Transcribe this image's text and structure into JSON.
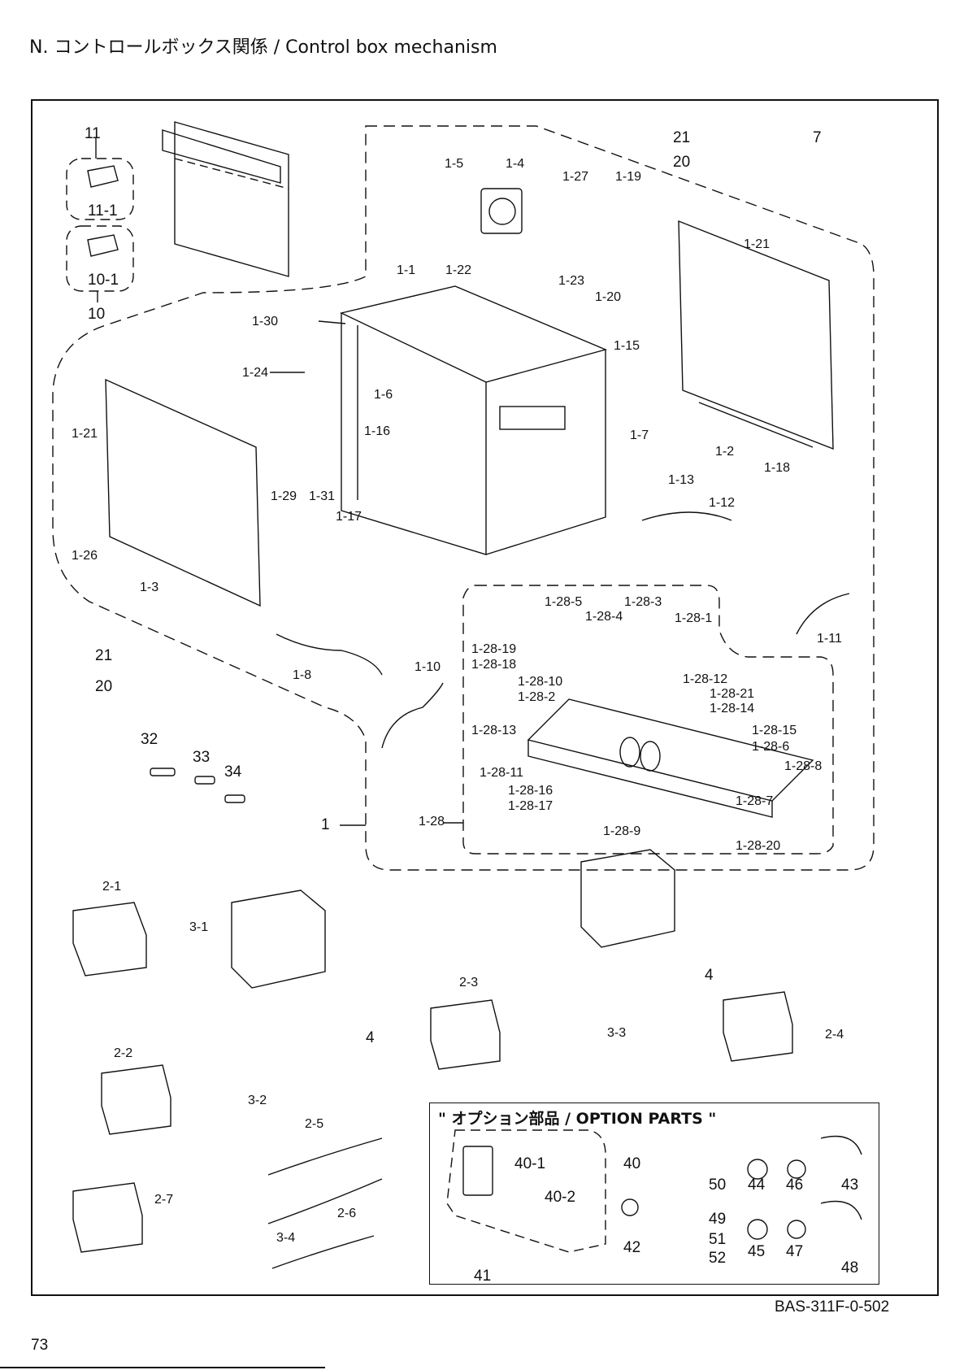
{
  "page": {
    "title": "N. コントロールボックス関係 / Control box mechanism",
    "doc_number": "BAS-311F-0-502",
    "page_number": "73"
  },
  "option_box": {
    "title": "\" オプション部品 / OPTION PARTS \""
  },
  "labels": {
    "p11": "11",
    "p11_1": "11-1",
    "p10_1": "10-1",
    "p10": "10",
    "p1_5": "1-5",
    "p1_4": "1-4",
    "p1_27": "1-27",
    "p1_19": "1-19",
    "p21a": "21",
    "p20a": "20",
    "p7": "7",
    "p1_21a": "1-21",
    "p1_1": "1-1",
    "p1_22": "1-22",
    "p1_23": "1-23",
    "p1_20": "1-20",
    "p1_30": "1-30",
    "p1_24": "1-24",
    "p1_6": "1-6",
    "p1_15": "1-15",
    "p1_7": "1-7",
    "p1_2": "1-2",
    "p1_18": "1-18",
    "p1_21b": "1-21",
    "p1_16": "1-16",
    "p1_29": "1-29",
    "p1_31": "1-31",
    "p1_17": "1-17",
    "p1_26": "1-26",
    "p1_3": "1-3",
    "p1_13": "1-13",
    "p1_12": "1-12",
    "p1_28_5": "1-28-5",
    "p1_28_4": "1-28-4",
    "p1_28_3": "1-28-3",
    "p1_28_1": "1-28-1",
    "p1_11": "1-11",
    "p1_28_19": "1-28-19",
    "p1_28_18": "1-28-18",
    "p1_28_10": "1-28-10",
    "p1_28_2": "1-28-2",
    "p1_28_12": "1-28-12",
    "p1_28_21": "1-28-21",
    "p1_28_14": "1-28-14",
    "p1_28_13": "1-28-13",
    "p1_28_15": "1-28-15",
    "p1_28_6": "1-28-6",
    "p1_28_8": "1-28-8",
    "p1_28_11": "1-28-11",
    "p1_28_16": "1-28-16",
    "p1_28_17": "1-28-17",
    "p1_28_7": "1-28-7",
    "p1_28_9": "1-28-9",
    "p1_28_20": "1-28-20",
    "p1_28": "1-28",
    "p1_10": "1-10",
    "p1_8": "1-8",
    "p21b": "21",
    "p20b": "20",
    "p32": "32",
    "p33": "33",
    "p34": "34",
    "p1": "1",
    "p2_1": "2-1",
    "p3_1": "3-1",
    "p2_2": "2-2",
    "p4a": "4",
    "p3_2": "3-2",
    "p2_5": "2-5",
    "p2_6": "2-6",
    "p2_7": "2-7",
    "p3_4": "3-4",
    "p2_3": "2-3",
    "p4b": "4",
    "p3_3": "3-3",
    "p2_4": "2-4",
    "p40_1": "40-1",
    "p40": "40",
    "p40_2": "40-2",
    "p41": "41",
    "p42": "42",
    "p50": "50",
    "p49": "49",
    "p51": "51",
    "p52": "52",
    "p44": "44",
    "p46": "46",
    "p43": "43",
    "p45": "45",
    "p47": "47",
    "p48": "48"
  }
}
